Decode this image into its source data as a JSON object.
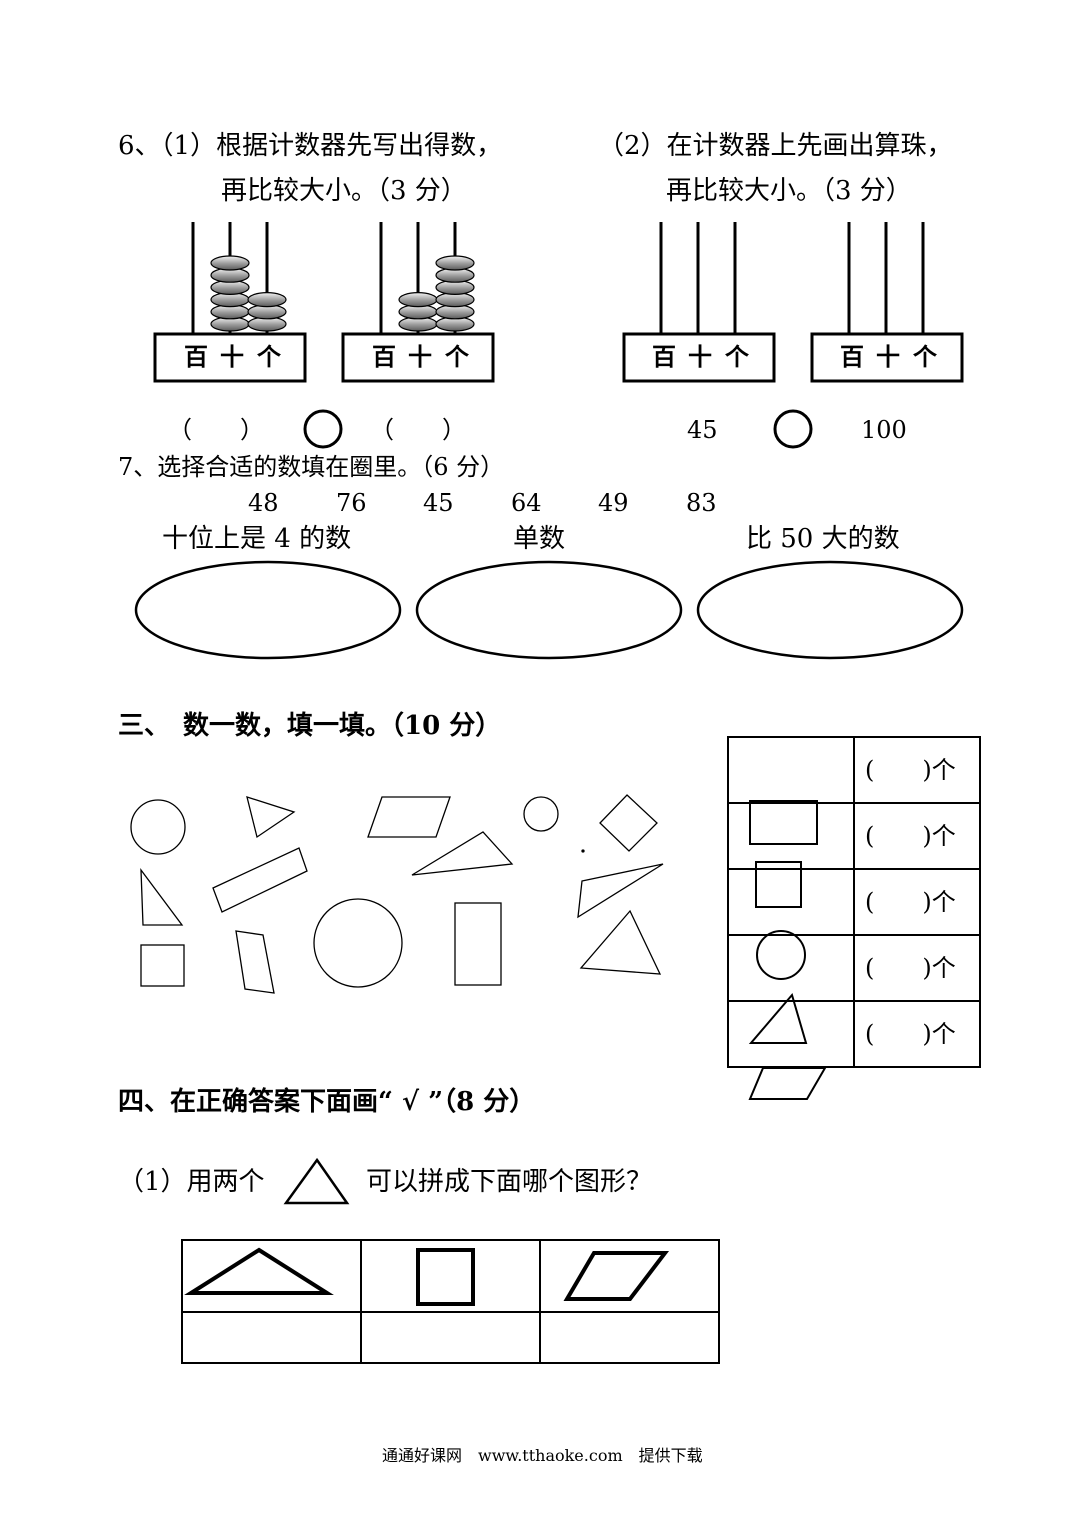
{
  "q6": {
    "part1_line1": "6、（1）根据计数器先写出得数，",
    "part1_line2": "再比较大小。（3 分）",
    "part2_line1": "（2）在计数器上先画出算珠，",
    "part2_line2": "再比较大小。（3 分）",
    "abacus_places": [
      "百",
      "十",
      "个"
    ],
    "abacus_left_1": {
      "hundreds": 0,
      "tens": 6,
      "ones": 3
    },
    "abacus_left_2": {
      "hundreds": 0,
      "tens": 3,
      "ones": 6
    },
    "blank_left": "（　　）",
    "blank_right": "（　　）",
    "compare_left_value": "45",
    "compare_right_value": "100"
  },
  "q7": {
    "title": "7、选择合适的数填在圈里。（6 分）",
    "numbers": [
      "48",
      "76",
      "45",
      "64",
      "49",
      "83"
    ],
    "circle_labels": [
      "十位上是 4 的数",
      "单数",
      "比 50 大的数"
    ]
  },
  "section3": {
    "title": "三、　数一数，填一填。（10 分）",
    "count_cell": "(　　)个"
  },
  "section4": {
    "title": "四、在正确答案下面画“ √ ”（8 分）",
    "q1_prefix": "（1）用两个",
    "q1_suffix": "可以拼成下面哪个图形？"
  },
  "footer": "通通好课网　www.tthaoke.com　提供下载"
}
